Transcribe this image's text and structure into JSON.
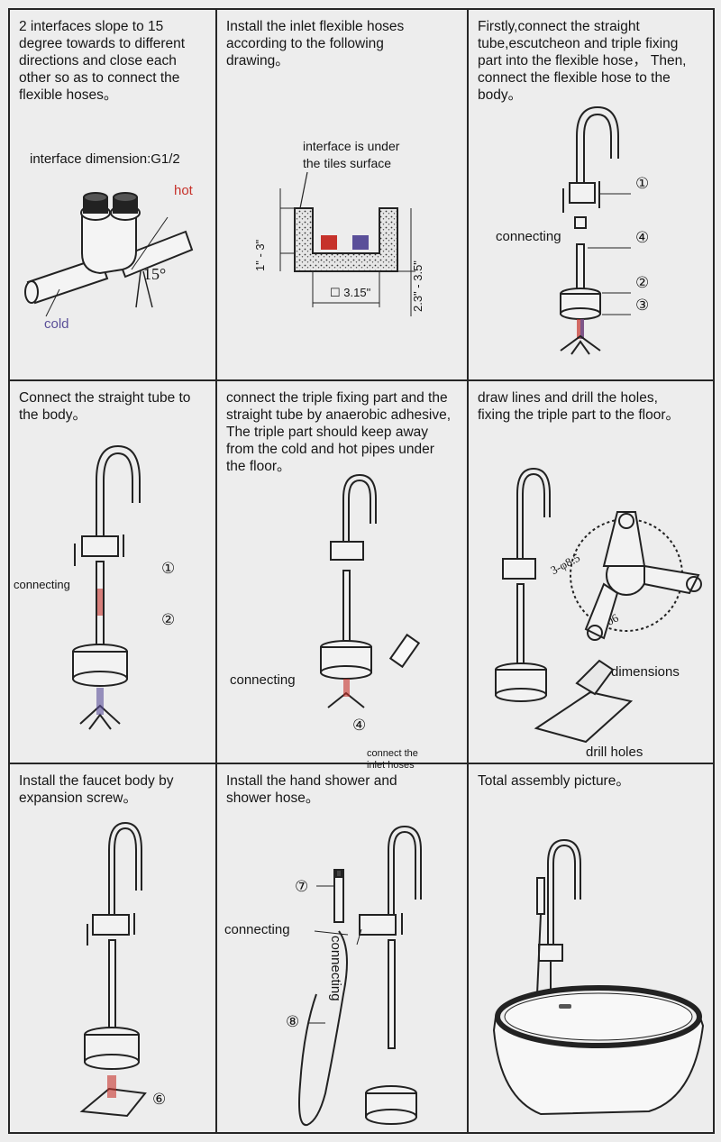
{
  "panels": [
    {
      "id": "p1",
      "text": [
        "2 interfaces slope to 15",
        "degree towards to different",
        "directions and close each",
        "other so as to connect the",
        "flexible hoses。"
      ],
      "labels": {
        "interface": "interface dimension:G1/2",
        "hot": "hot",
        "cold": "cold",
        "angle": "15°"
      }
    },
    {
      "id": "p2",
      "text": [
        "Install the inlet flexible hoses",
        "according to the following",
        "drawing。"
      ],
      "labels": {
        "under1": "interface is under",
        "under2": "the tiles surface",
        "h1": "1\" - 3\"",
        "h2": "2.3\" - 3.5\"",
        "w": "3.15\""
      }
    },
    {
      "id": "p3",
      "text": [
        "Firstly,connect the straight",
        "tube,escutcheon and triple fixing",
        "part into the flexible hose， Then,",
        "connect the flexible hose to the",
        "body。"
      ],
      "labels": {
        "connecting": "connecting",
        "n1": "①",
        "n4": "④",
        "n2": "②",
        "n3": "③"
      }
    },
    {
      "id": "p4",
      "text": [
        "Connect the straight tube to",
        " the body。"
      ],
      "labels": {
        "connecting": "connecting",
        "n1": "①",
        "n2": "②"
      }
    },
    {
      "id": "p5",
      "text": [
        "connect the triple fixing part and the",
        "straight tube by anaerobic adhesive,",
        "The triple part should keep away",
        "from the cold and hot pipes under",
        "the floor。"
      ],
      "labels": {
        "connecting": "connecting",
        "n4": "④",
        "inlet1": "connect the",
        "inlet2": "inlet hoses"
      }
    },
    {
      "id": "p6",
      "text": [
        "draw lines and drill the holes,",
        "fixing the triple part to the floor。"
      ],
      "labels": {
        "d1": "3-φ8.5",
        "d2": "φ106",
        "dimensions": "dimensions",
        "drill": "drill holes"
      }
    },
    {
      "id": "p7",
      "text": [
        "Install the faucet body by",
        "expansion screw。"
      ],
      "labels": {
        "n6": "⑥"
      }
    },
    {
      "id": "p8",
      "text": [
        "Install the hand shower and",
        "shower hose。"
      ],
      "labels": {
        "connecting1": "connecting",
        "connecting2": "connecting",
        "n7": "⑦",
        "n8": "⑧"
      }
    },
    {
      "id": "p9",
      "text": [
        "Total assembly picture。"
      ],
      "labels": {}
    }
  ],
  "colors": {
    "hot": "#c6322b",
    "cold": "#5a4f99",
    "line": "#262626",
    "paper": "#ededed"
  }
}
